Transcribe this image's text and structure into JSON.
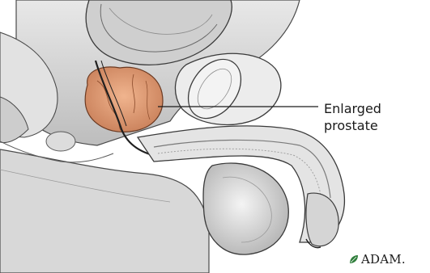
{
  "callout": {
    "line1": "Enlarged",
    "line2": "prostate"
  },
  "logo": {
    "text": "ADAM.",
    "icon": "leaf-icon",
    "color": "#2e7d3a"
  },
  "colors": {
    "prostate": "#e0a07a",
    "tissue": "#c8c8c8",
    "outline": "#3a3a3a"
  }
}
